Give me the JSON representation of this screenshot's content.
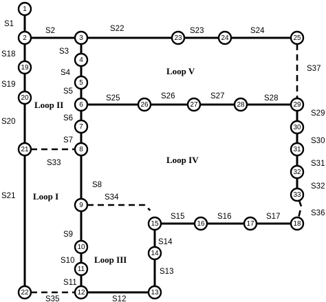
{
  "nodes": [
    {
      "id": "1",
      "label": "1"
    },
    {
      "id": "2",
      "label": "2"
    },
    {
      "id": "3",
      "label": "3"
    },
    {
      "id": "4",
      "label": "4"
    },
    {
      "id": "5",
      "label": "5"
    },
    {
      "id": "6",
      "label": "6"
    },
    {
      "id": "7",
      "label": "7"
    },
    {
      "id": "8",
      "label": "8"
    },
    {
      "id": "9",
      "label": "9"
    },
    {
      "id": "10",
      "label": "10"
    },
    {
      "id": "11",
      "label": "11"
    },
    {
      "id": "12",
      "label": "12"
    },
    {
      "id": "13",
      "label": "13"
    },
    {
      "id": "14",
      "label": "14"
    },
    {
      "id": "15",
      "label": "15"
    },
    {
      "id": "16",
      "label": "16"
    },
    {
      "id": "17",
      "label": "17"
    },
    {
      "id": "18",
      "label": "18"
    },
    {
      "id": "19",
      "label": "19"
    },
    {
      "id": "20",
      "label": "20"
    },
    {
      "id": "21",
      "label": "21"
    },
    {
      "id": "22",
      "label": "22"
    },
    {
      "id": "23",
      "label": "23"
    },
    {
      "id": "24",
      "label": "24"
    },
    {
      "id": "25",
      "label": "25"
    },
    {
      "id": "26",
      "label": "26"
    },
    {
      "id": "27",
      "label": "27"
    },
    {
      "id": "28",
      "label": "28"
    },
    {
      "id": "29",
      "label": "29"
    },
    {
      "id": "30",
      "label": "30"
    },
    {
      "id": "31",
      "label": "31"
    },
    {
      "id": "32",
      "label": "32"
    },
    {
      "id": "33",
      "label": "33"
    }
  ],
  "sections": [
    {
      "id": "S1",
      "label": "S1",
      "from": "1",
      "to": "2",
      "tie": false
    },
    {
      "id": "S2",
      "label": "S2",
      "from": "2",
      "to": "3",
      "tie": false
    },
    {
      "id": "S3",
      "label": "S3",
      "from": "3",
      "to": "4",
      "tie": false
    },
    {
      "id": "S4",
      "label": "S4",
      "from": "4",
      "to": "5",
      "tie": false
    },
    {
      "id": "S5",
      "label": "S5",
      "from": "5",
      "to": "6",
      "tie": false
    },
    {
      "id": "S6",
      "label": "S6",
      "from": "6",
      "to": "7",
      "tie": false
    },
    {
      "id": "S7",
      "label": "S7",
      "from": "7",
      "to": "8",
      "tie": false
    },
    {
      "id": "S8",
      "label": "S8",
      "from": "8",
      "to": "9",
      "tie": false
    },
    {
      "id": "S9",
      "label": "S9",
      "from": "9",
      "to": "10",
      "tie": false
    },
    {
      "id": "S10",
      "label": "S10",
      "from": "10",
      "to": "11",
      "tie": false
    },
    {
      "id": "S11",
      "label": "S11",
      "from": "11",
      "to": "12",
      "tie": false
    },
    {
      "id": "S12",
      "label": "S12",
      "from": "12",
      "to": "13",
      "tie": false
    },
    {
      "id": "S13",
      "label": "S13",
      "from": "13",
      "to": "14",
      "tie": false
    },
    {
      "id": "S14",
      "label": "S14",
      "from": "14",
      "to": "15",
      "tie": false
    },
    {
      "id": "S15",
      "label": "S15",
      "from": "15",
      "to": "16",
      "tie": false
    },
    {
      "id": "S16",
      "label": "S16",
      "from": "16",
      "to": "17",
      "tie": false
    },
    {
      "id": "S17",
      "label": "S17",
      "from": "17",
      "to": "18",
      "tie": false
    },
    {
      "id": "S18",
      "label": "S18",
      "from": "2",
      "to": "19",
      "tie": false
    },
    {
      "id": "S19",
      "label": "S19",
      "from": "19",
      "to": "20",
      "tie": false
    },
    {
      "id": "S20",
      "label": "S20",
      "from": "20",
      "to": "21",
      "tie": false
    },
    {
      "id": "S21",
      "label": "S21",
      "from": "21",
      "to": "22",
      "tie": false
    },
    {
      "id": "S22",
      "label": "S22",
      "from": "3",
      "to": "23",
      "tie": false
    },
    {
      "id": "S23",
      "label": "S23",
      "from": "23",
      "to": "24",
      "tie": false
    },
    {
      "id": "S24",
      "label": "S24",
      "from": "24",
      "to": "25",
      "tie": false
    },
    {
      "id": "S25",
      "label": "S25",
      "from": "6",
      "to": "26",
      "tie": false
    },
    {
      "id": "S26",
      "label": "S26",
      "from": "26",
      "to": "27",
      "tie": false
    },
    {
      "id": "S27",
      "label": "S27",
      "from": "27",
      "to": "28",
      "tie": false
    },
    {
      "id": "S28",
      "label": "S28",
      "from": "28",
      "to": "29",
      "tie": false
    },
    {
      "id": "S29",
      "label": "S29",
      "from": "29",
      "to": "30",
      "tie": false
    },
    {
      "id": "S30",
      "label": "S30",
      "from": "30",
      "to": "31",
      "tie": false
    },
    {
      "id": "S31",
      "label": "S31",
      "from": "31",
      "to": "32",
      "tie": false
    },
    {
      "id": "S32",
      "label": "S32",
      "from": "32",
      "to": "33",
      "tie": false
    },
    {
      "id": "S33",
      "label": "S33",
      "from": "21",
      "to": "8",
      "tie": true
    },
    {
      "id": "S34",
      "label": "S34",
      "from": "9",
      "to": "15",
      "tie": true
    },
    {
      "id": "S35",
      "label": "S35",
      "from": "22",
      "to": "12",
      "tie": true
    },
    {
      "id": "S36",
      "label": "S36",
      "from": "33",
      "to": "18",
      "tie": true
    },
    {
      "id": "S37",
      "label": "S37",
      "from": "25",
      "to": "29",
      "tie": true
    }
  ],
  "loops": [
    {
      "id": "I",
      "label": "Loop I"
    },
    {
      "id": "II",
      "label": "Loop II"
    },
    {
      "id": "III",
      "label": "Loop III"
    },
    {
      "id": "IV",
      "label": "Loop IV"
    },
    {
      "id": "V",
      "label": "Loop V"
    }
  ]
}
